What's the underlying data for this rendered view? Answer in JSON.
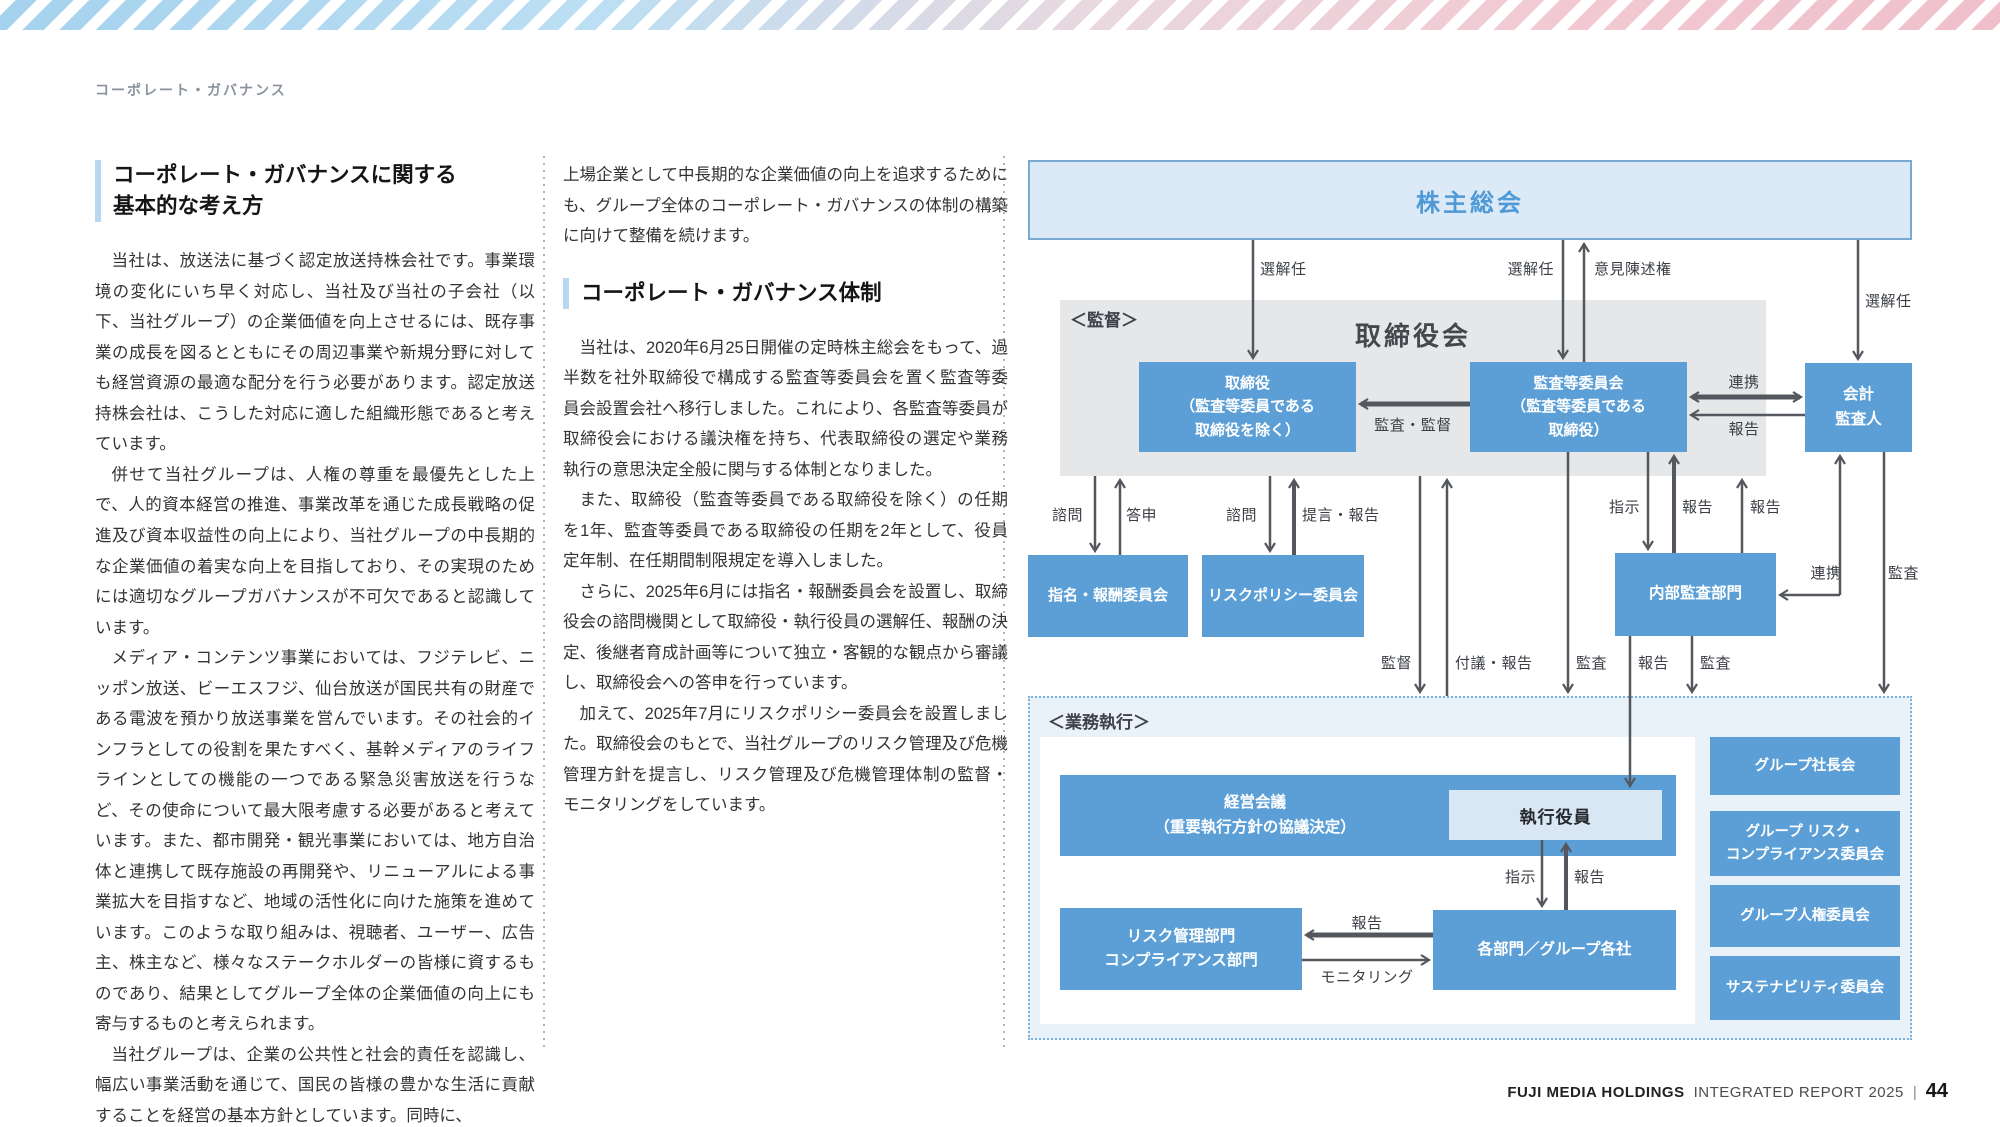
{
  "page": {
    "kicker": "コーポレート・ガバナンス",
    "footer": {
      "brand": "FUJI MEDIA HOLDINGS",
      "report": "INTEGRATED REPORT 2025",
      "divider": "|",
      "page_number": "44"
    }
  },
  "left_column": {
    "heading_line1": "コーポレート・ガバナンスに関する",
    "heading_line2": "基本的な考え方",
    "paragraphs": [
      "当社は、放送法に基づく認定放送持株会社です。事業環境の変化にいち早く対応し、当社及び当社の子会社（以下、当社グループ）の企業価値を向上させるには、既存事業の成長を図るとともにその周辺事業や新規分野に対しても経営資源の最適な配分を行う必要があります。認定放送持株会社は、こうした対応に適した組織形態であると考えています。",
      "併せて当社グループは、人権の尊重を最優先とした上で、人的資本経営の推進、事業改革を通じた成長戦略の促進及び資本収益性の向上により、当社グループの中長期的な企業価値の着実な向上を目指しており、その実現のためには適切なグループガバナンスが不可欠であると認識しています。",
      "メディア・コンテンツ事業においては、フジテレビ、ニッポン放送、ビーエスフジ、仙台放送が国民共有の財産である電波を預かり放送事業を営んでいます。その社会的インフラとしての役割を果たすべく、基幹メディアのライフラインとしての機能の一つである緊急災害放送を行うなど、その使命について最大限考慮する必要があると考えています。また、都市開発・観光事業においては、地方自治体と連携して既存施設の再開発や、リニューアルによる事業拡大を目指すなど、地域の活性化に向けた施策を進めています。このような取り組みは、視聴者、ユーザー、広告主、株主など、様々なステークホルダーの皆様に資するものであり、結果としてグループ全体の企業価値の向上にも寄与するものと考えられます。",
      "当社グループは、企業の公共性と社会的責任を認識し、幅広い事業活動を通じて、国民の皆様の豊かな生活に貢献することを経営の基本方針としています。同時に、"
    ]
  },
  "middle_column": {
    "intro": "上場企業として中長期的な企業価値の向上を追求するためにも、グループ全体のコーポレート・ガバナンスの体制の構築に向けて整備を続けます。",
    "heading": "コーポレート・ガバナンス体制",
    "paragraphs": [
      "当社は、2020年6月25日開催の定時株主総会をもって、過半数を社外取締役で構成する監査等委員会を置く監査等委員会設置会社へ移行しました。これにより、各監査等委員が取締役会における議決権を持ち、代表取締役の選定や業務執行の意思決定全般に関与する体制となりました。",
      "また、取締役（監査等委員である取締役を除く）の任期を1年、監査等委員である取締役の任期を2年として、役員定年制、在任期間制限規定を導入しました。",
      "さらに、2025年6月には指名・報酬委員会を設置し、取締役会の諮問機関として取締役・執行役員の選解任、報酬の決定、後継者育成計画等について独立・客観的な観点から審議し、取締役会への答申を行っています。",
      "加えて、2025年7月にリスクポリシー委員会を設置しました。取締役会のもとで、当社グループのリスク管理及び危機管理方針を提言し、リスク管理及び危機管理体制の監督・モニタリングをしています。"
    ]
  },
  "diagram": {
    "shareholders": "株主総会",
    "supervision_label": "＜監督＞",
    "board_title": "取締役会",
    "business_execution_label": "＜業務執行＞",
    "boxes": {
      "directors": {
        "line1": "取締役",
        "line2": "（監査等委員である",
        "line3": "取締役を除く）"
      },
      "audit_committee": {
        "line1": "監査等委員会",
        "line2": "（監査等委員である",
        "line3": "取締役）"
      },
      "accounting_auditor": {
        "line1": "会計",
        "line2": "監査人"
      },
      "nomination_committee": "指名・報酬委員会",
      "risk_policy_committee": "リスクポリシー委員会",
      "internal_audit": "内部監査部門",
      "management_meeting": {
        "line1": "経営会議",
        "line2": "（重要執行方針の協議決定）"
      },
      "executive_officers": "執行役員",
      "departments": "各部門／グループ各社",
      "risk_mgmt": {
        "line1": "リスク管理部門",
        "line2": "コンプライアンス部門"
      },
      "group_presidents": "グループ社長会",
      "group_risk_compliance": {
        "line1": "グループ リスク・",
        "line2": "コンプライアンス委員会"
      },
      "group_human_rights": "グループ人権委員会",
      "sustainability": "サステナビリティ委員会"
    },
    "edge_labels": [
      "選解任",
      "選解任",
      "意見陳述権",
      "選解任",
      "監査・監督",
      "連携",
      "報告",
      "諮問",
      "答申",
      "諮問",
      "提言・報告",
      "監督",
      "付議・報告",
      "監査",
      "報告",
      "監査",
      "指示",
      "報告",
      "報告",
      "連携",
      "監査",
      "指示",
      "報告",
      "報告",
      "モニタリング"
    ]
  },
  "colors": {
    "box_blue": "#5B9FD6",
    "banner_fill": "#DCEAF7",
    "banner_text": "#4E99D6",
    "light_blue_fill": "#E9F1F9",
    "gray_box": "#E5E7E9",
    "exec_fill": "#D9E7F5",
    "arrow": "#54585E",
    "stripe_blue": "#A5D2EE",
    "stripe_pink": "#F2C9D2"
  }
}
